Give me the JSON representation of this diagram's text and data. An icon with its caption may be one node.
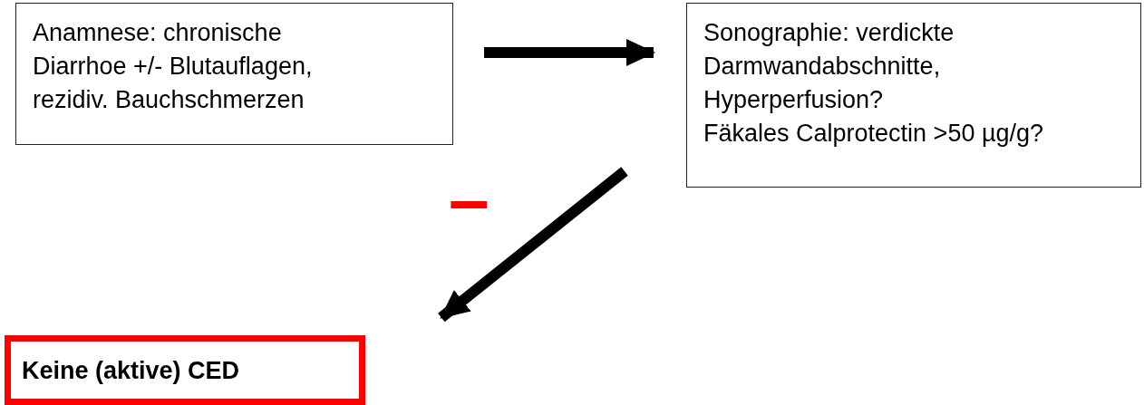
{
  "diagram": {
    "nodes": [
      {
        "text": [
          "Anamnese: chronische Diarrhoe +/- Blutauflagen, rezidiv. Bauchschmerzen"
        ]
      },
      {
        "text": [
          "Sonographie: verdickte Darmwandabschnitte, Hyperperfusion?",
          "Fäkales Calprotectin >50 µg/g?"
        ]
      },
      {
        "text": [
          "Keine (aktive) CED"
        ]
      }
    ],
    "edges": [
      {
        "from": 0,
        "to": 1,
        "arrow": "to"
      },
      {
        "from": 1,
        "to": 2,
        "arrow": "to",
        "label": "–"
      }
    ]
  }
}
